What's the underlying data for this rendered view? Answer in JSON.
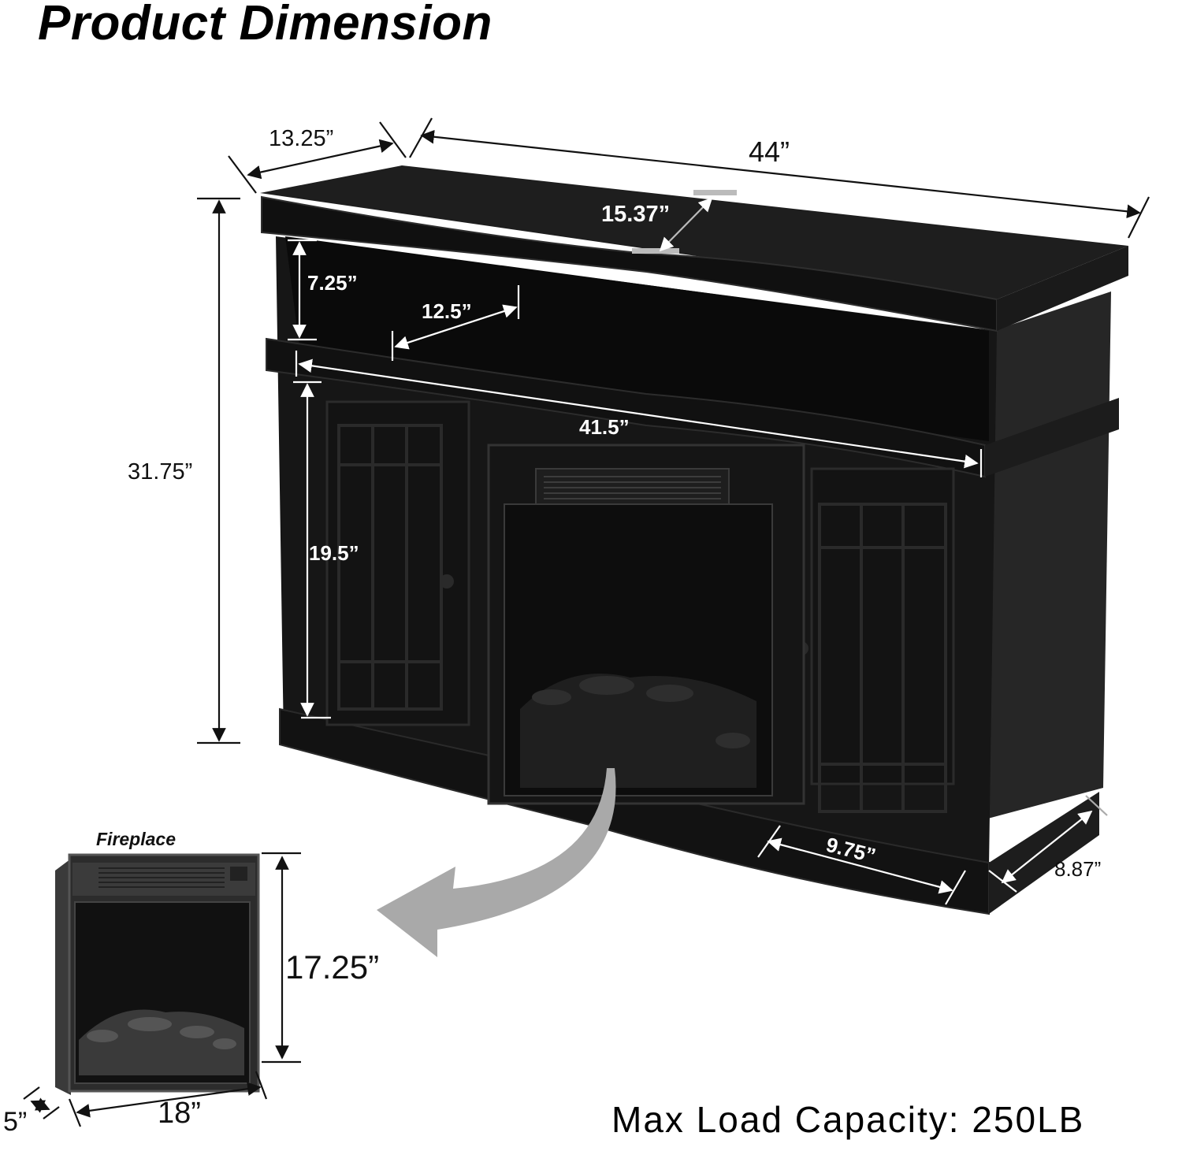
{
  "title": "Product Dimension",
  "fireplace_label": "Fireplace",
  "max_load_label": "Max Load Capacity:",
  "max_load_value": "250LB",
  "dimensions": {
    "top_depth": "13.25”",
    "total_width": "44”",
    "top_center_depth": "15.37”",
    "total_height": "31.75”",
    "shelf_height": "7.25”",
    "shelf_depth": "12.5”",
    "inner_width": "41.5”",
    "cabinet_height": "19.5”",
    "cabinet_width": "9.75”",
    "base_depth": "8.87”",
    "fireplace_height": "17.25”",
    "fireplace_width": "18”",
    "fireplace_depth": "5”"
  },
  "colors": {
    "furniture": "#141414",
    "accent_arrow": "#a9a9a9",
    "text": "#111111"
  }
}
